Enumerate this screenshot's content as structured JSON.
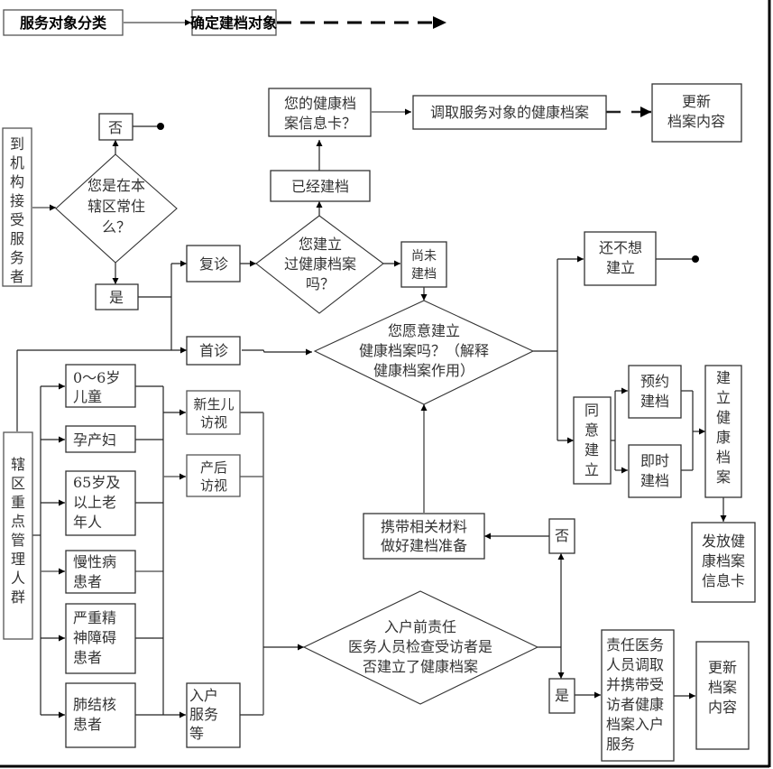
{
  "header": {
    "step1": "服务对象分类",
    "step2": "确定建档对象"
  },
  "nodes": {
    "arrive": [
      "到",
      "机",
      "构",
      "接",
      "受",
      "服",
      "务",
      "者"
    ],
    "resident_q": [
      "您是在本",
      "辖区常住",
      "么？"
    ],
    "no_top": "否",
    "yes_left": "是",
    "revisit": "复诊",
    "first_visit": "首诊",
    "built_q": [
      "您建立",
      "过健康档案",
      "吗？"
    ],
    "already_built": "已经建档",
    "card_q": [
      "您的健康档",
      "案信息卡？"
    ],
    "retrieve": "调取服务对象的健康档案",
    "update_top": [
      "更新",
      "档案内容"
    ],
    "not_built": [
      "尚未",
      "建档"
    ],
    "willing_q": [
      "您愿意建立",
      "健康档案吗？（解释",
      "健康档案作用）"
    ],
    "not_yet": [
      "还不想",
      "建立"
    ],
    "agree": [
      "同",
      "意",
      "建",
      "立"
    ],
    "appointment": [
      "预约",
      "建档"
    ],
    "immediate": [
      "即时",
      "建档"
    ],
    "establish": [
      "建",
      "立",
      "健",
      "康",
      "档",
      "案"
    ],
    "issue_card": [
      "发放健",
      "康档案",
      "信息卡"
    ],
    "key_groups": [
      "辖",
      "区",
      "重",
      "点",
      "管",
      "理",
      "人",
      "群"
    ],
    "children": [
      "0～6岁",
      "儿童"
    ],
    "pregnant": [
      "孕产妇"
    ],
    "elderly": [
      "65岁及",
      "以上老",
      "年人"
    ],
    "chronic": [
      "慢性病",
      "患者"
    ],
    "mental": [
      "严重精",
      "神障碍",
      "患者"
    ],
    "tb": [
      "肺结核",
      "患者"
    ],
    "newborn_visit": [
      "新生儿",
      "访视"
    ],
    "postpartum_visit": [
      "产后",
      "访视"
    ],
    "home_service": [
      "入户",
      "服务",
      "等"
    ],
    "prepare": [
      "携带相关材料",
      "做好建档准备"
    ],
    "no_mid": "否",
    "check_q": [
      "入户前责任",
      "医务人员检查受访者是",
      "否建立了健康档案"
    ],
    "yes_bottom": "是",
    "doctor_carry": [
      "责任医务",
      "人员调取",
      "并携带受",
      "访者健康",
      "档案入户",
      "服务"
    ],
    "update_bottom": [
      "更新",
      "档案",
      "内容"
    ]
  }
}
